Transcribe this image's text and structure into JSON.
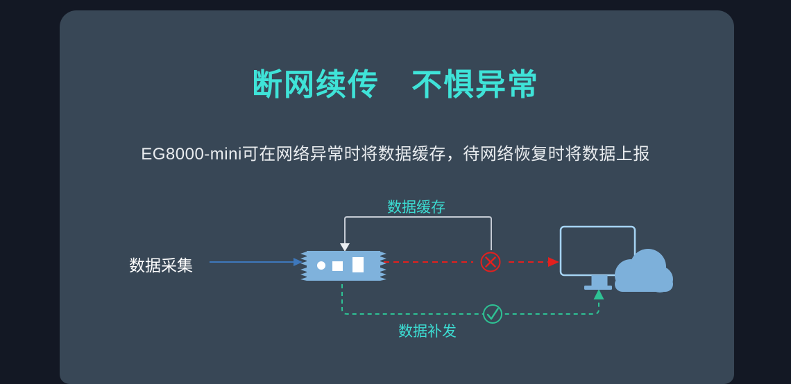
{
  "hero": {
    "title": "断网续传　不惧异常",
    "subtitle": "EG8000-mini可在网络异常时将数据缓存，待网络恢复时将数据上报"
  },
  "diagram": {
    "source_label": "数据采集",
    "cache_label": "数据缓存",
    "resend_label": "数据补发",
    "icons": [
      "gateway-device-icon",
      "monitor-icon",
      "cloud-icon",
      "error-cross-icon",
      "success-check-icon"
    ]
  },
  "colors": {
    "page_bg": "#131824",
    "panel_bg": "#384756",
    "title_cyan": "#3FE3D8",
    "label_cyan": "#3CDCD2",
    "subtitle_text": "#E9ECEF",
    "source_text": "#FFFFFF",
    "collect_arrow_blue": "#3E78BC",
    "device_blue": "#7FB2DC",
    "cache_line_gray": "#C5CBD4",
    "error_red": "#E3201E",
    "success_green": "#2EC294",
    "monitor_stroke_blue": "#A6D4F3",
    "cloud_blue": "#7DB0DA"
  }
}
